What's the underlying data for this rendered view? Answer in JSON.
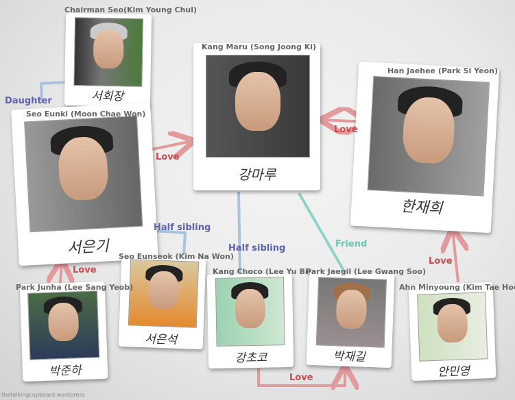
{
  "colors": {
    "love": "#c94b4e",
    "family": "#5f63ad",
    "friend": "#6cc6b6",
    "line_blue": "#8fb0d0"
  },
  "people": {
    "chairman": {
      "name": "Chairman Seo(Kim Young Chul)",
      "korean": "서회장"
    },
    "maru": {
      "name": "Kang Maru (Song Joong Ki)",
      "korean": "강마루"
    },
    "jaehee": {
      "name": "Han Jaehee (Park Si Yeon)",
      "korean": "한재희"
    },
    "eunki": {
      "name": "Seo Eunki (Moon Chae Won)",
      "korean": "서은기"
    },
    "eunseok": {
      "name": "Seo Eunseok (Kim Na Won)",
      "korean": "서은석"
    },
    "choco": {
      "name": "Kang Choco (Lee Yu Bi)",
      "korean": "강초코"
    },
    "jaegil": {
      "name": "Park Jaegil (Lee Gwang Soo)",
      "korean": "박재길"
    },
    "minyoung": {
      "name": "Ahn Minyoung (Kim Tae Hoon)",
      "korean": "안민영"
    },
    "junha": {
      "name": "Park Junha (Lee Sang Yeob)",
      "korean": "박준하"
    }
  },
  "relations": {
    "daughter": "Daughter",
    "love_eunki_maru": "Love",
    "love_maru_jaehee": "Love",
    "half_sibling_eunseok": "Half sibling",
    "half_sibling_choco": "Half sibling",
    "friend": "Friend",
    "love_junha": "Love",
    "love_minyoung": "Love",
    "love_choco_jaegil": "Love"
  },
  "watermark": "thetalkingcupboard.wordpress"
}
